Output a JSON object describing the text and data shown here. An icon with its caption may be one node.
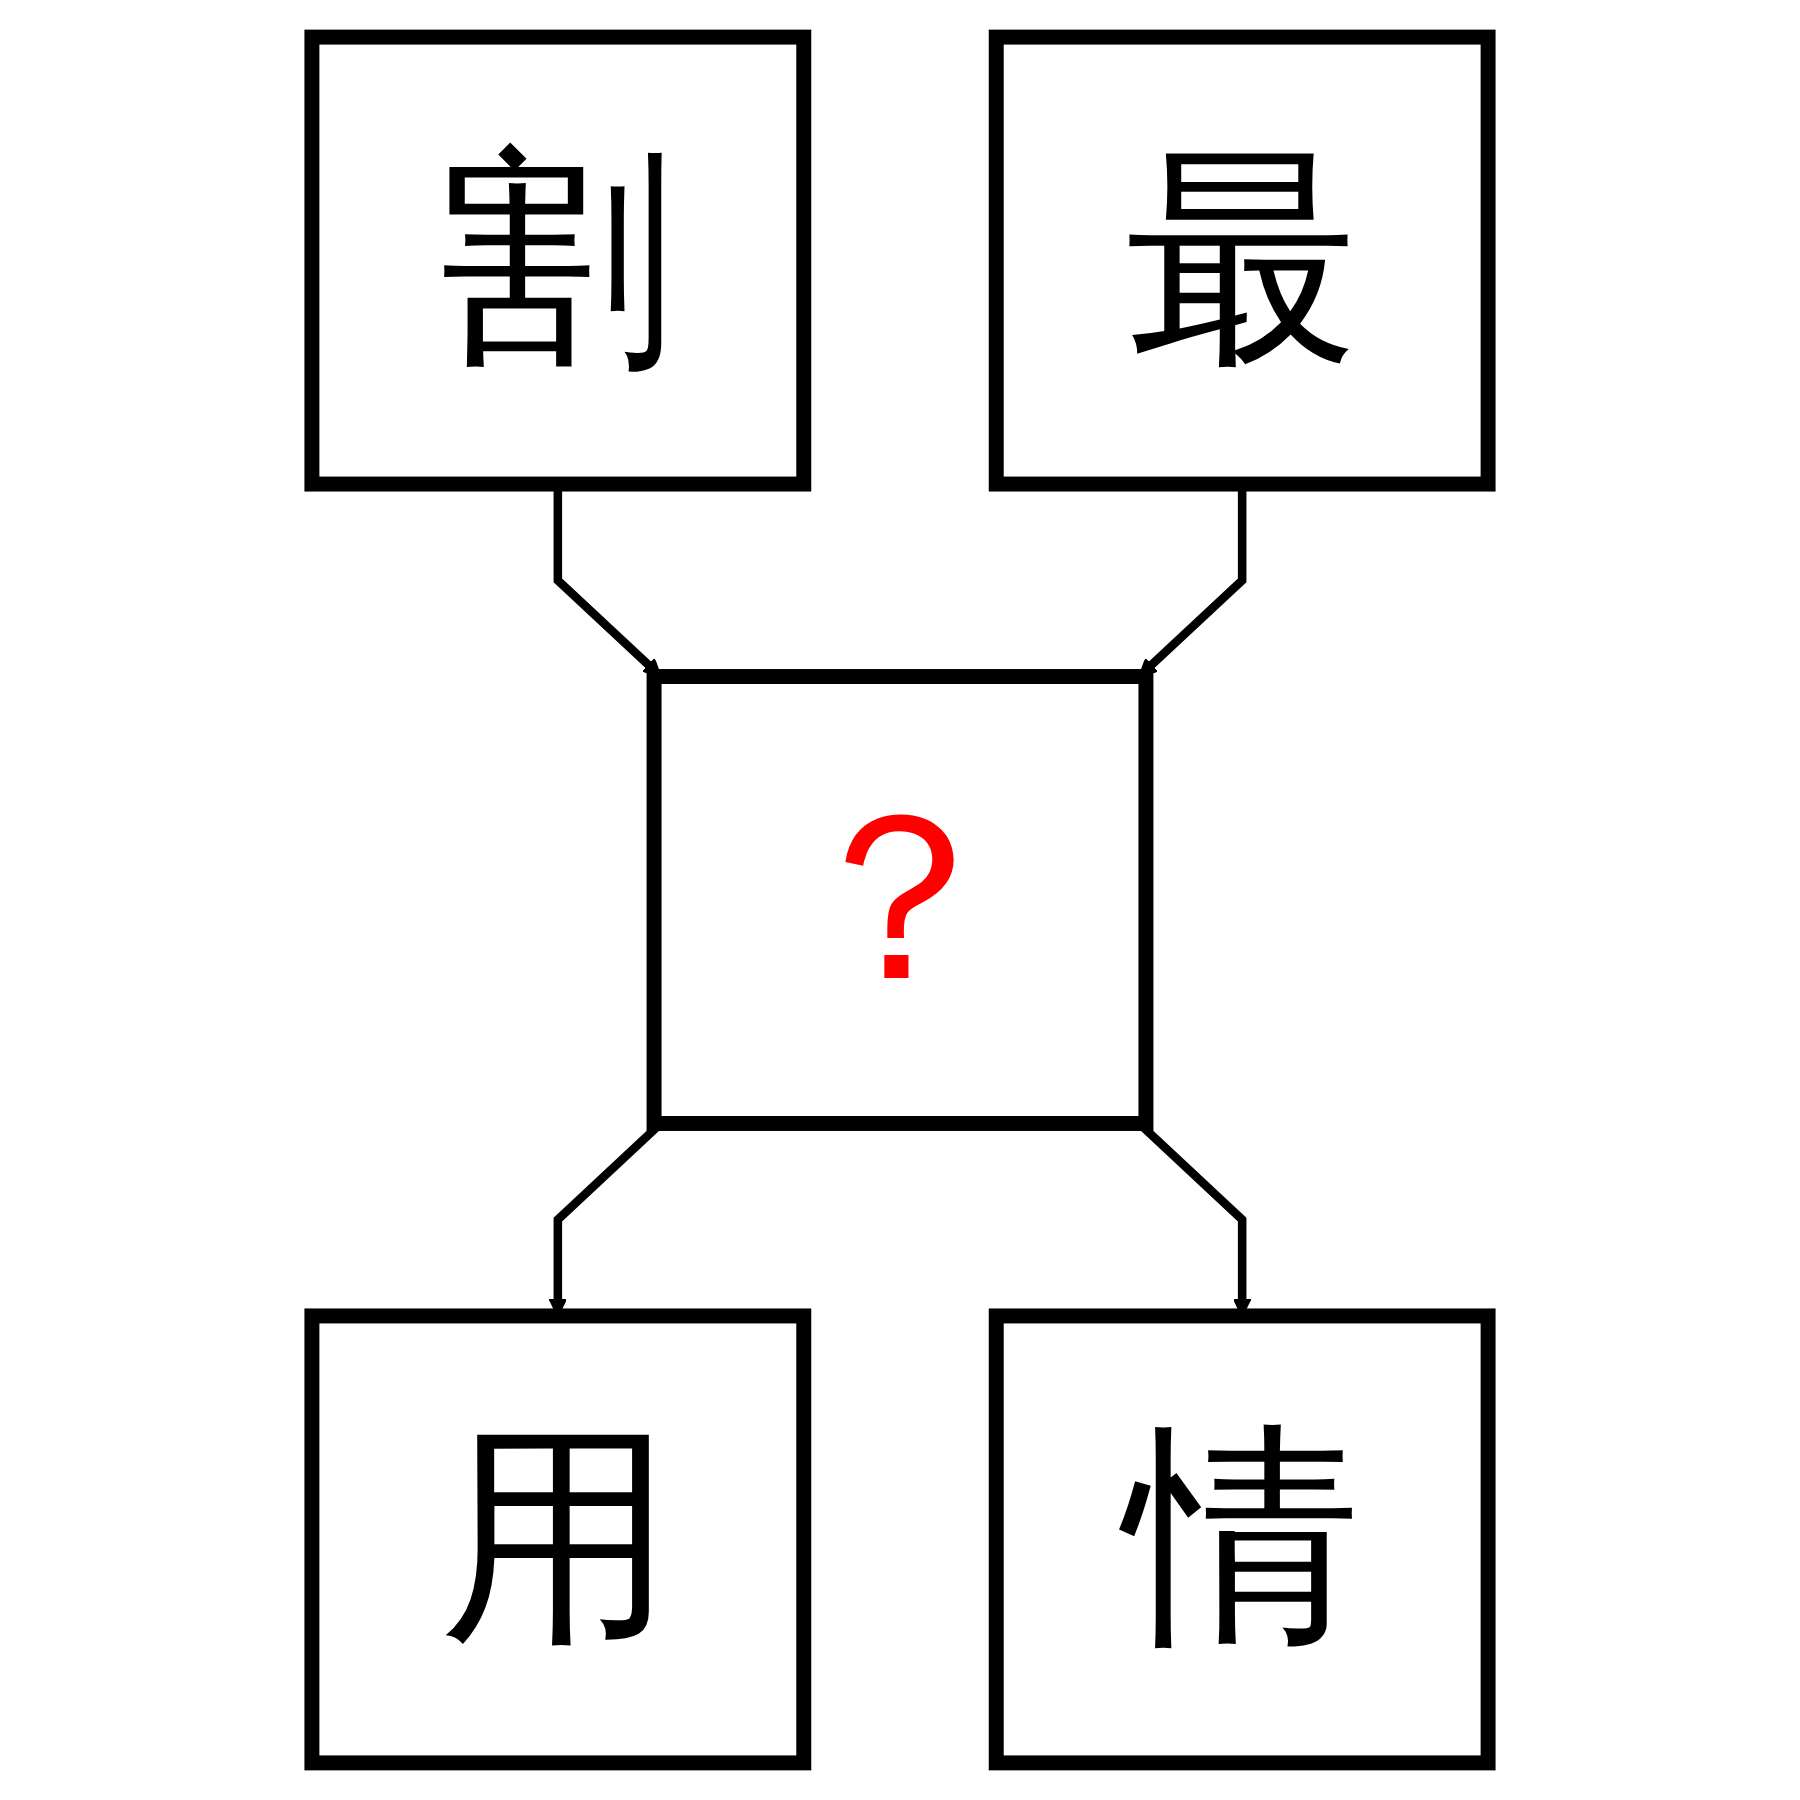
{
  "diagram": {
    "nodes": [
      {
        "text": [
          "割"
        ]
      },
      {
        "text": [
          "最"
        ]
      },
      {
        "text": [
          "？"
        ]
      },
      {
        "text": [
          "用"
        ]
      },
      {
        "text": [
          "情"
        ]
      }
    ],
    "edges": [
      {
        "from": 0,
        "to": 2,
        "arrow": "to"
      },
      {
        "from": 1,
        "to": 2,
        "arrow": "to"
      },
      {
        "from": 2,
        "to": 3,
        "arrow": "to"
      },
      {
        "from": 2,
        "to": 4,
        "arrow": "to"
      }
    ]
  }
}
